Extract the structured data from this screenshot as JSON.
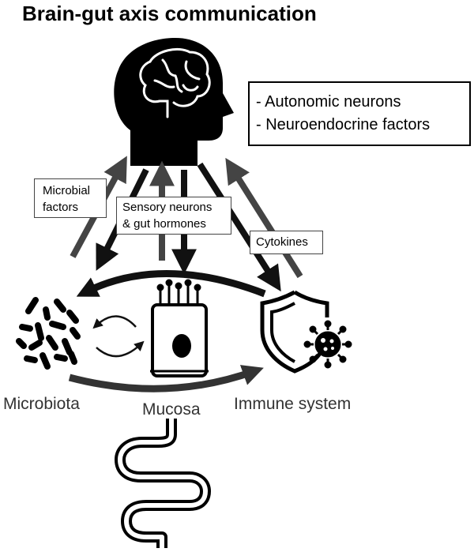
{
  "title": "Brain-gut axis communication",
  "brain_box": {
    "lines": [
      "- Autonomic neurons",
      "- Neuroendocrine factors"
    ]
  },
  "microbial_factors_box": {
    "lines": [
      "Microbial",
      "factors"
    ]
  },
  "sensory_box": {
    "lines": [
      "Sensory neurons",
      "& gut hormones"
    ]
  },
  "cytokines_box": {
    "label": "Cytokines"
  },
  "nodes": {
    "microbiota": "Microbiota",
    "mucosa": "Mucosa",
    "immune_system": "Immune system"
  },
  "colors": {
    "black_arrow": "#111111",
    "gray_arrow": "#444444",
    "icon": "#000000",
    "label_text": "#333333"
  },
  "icons": [
    "brain-head-icon",
    "bacteria-icon",
    "mucosa-cell-icon",
    "shield-virus-icon",
    "intestine-icon",
    "cycle-arrows-icon"
  ]
}
